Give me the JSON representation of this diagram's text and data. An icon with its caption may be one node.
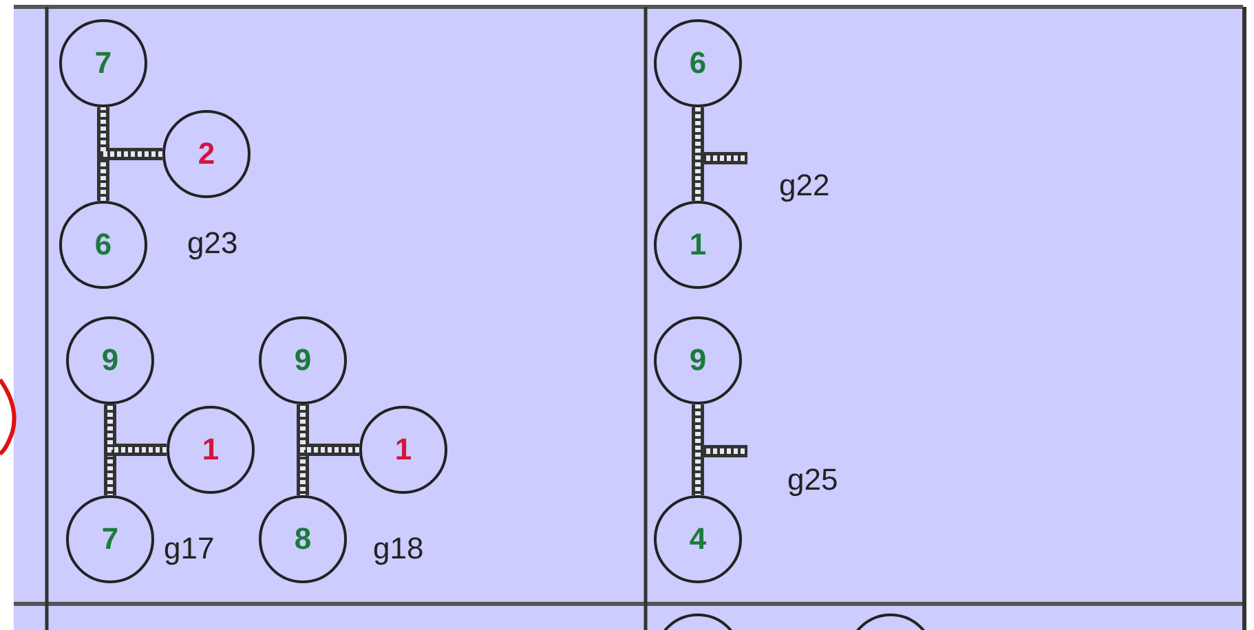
{
  "diagram": {
    "nodes": [
      {
        "text": [
          "7"
        ]
      },
      {
        "text": [
          "2"
        ]
      },
      {
        "text": [
          "6"
        ]
      },
      {
        "text": [
          "9"
        ]
      },
      {
        "text": [
          "1"
        ]
      },
      {
        "text": [
          "7"
        ]
      },
      {
        "text": [
          "9"
        ]
      },
      {
        "text": [
          "1"
        ]
      },
      {
        "text": [
          "8"
        ]
      },
      {
        "text": [
          "6"
        ]
      },
      {
        "text": [
          "1"
        ]
      },
      {
        "text": [
          "9"
        ]
      },
      {
        "text": [
          "4"
        ]
      },
      {
        "text": [],
        "shape": "circle"
      },
      {
        "text": [],
        "shape": "circle"
      }
    ],
    "edges": [
      {
        "from": 0,
        "to": 2,
        "arrow": "none"
      },
      {
        "from": 1,
        "to": 0,
        "arrow": "none"
      },
      {
        "from": 3,
        "to": 5,
        "arrow": "none"
      },
      {
        "from": 4,
        "to": 3,
        "arrow": "none"
      },
      {
        "from": 6,
        "to": 8,
        "arrow": "none"
      },
      {
        "from": 7,
        "to": 6,
        "arrow": "none"
      },
      {
        "from": 9,
        "to": 10,
        "arrow": "none"
      },
      {
        "from": 11,
        "to": 12,
        "arrow": "none"
      }
    ],
    "labels": [
      "g23",
      "g17",
      "g18",
      "g22",
      "g25"
    ]
  }
}
